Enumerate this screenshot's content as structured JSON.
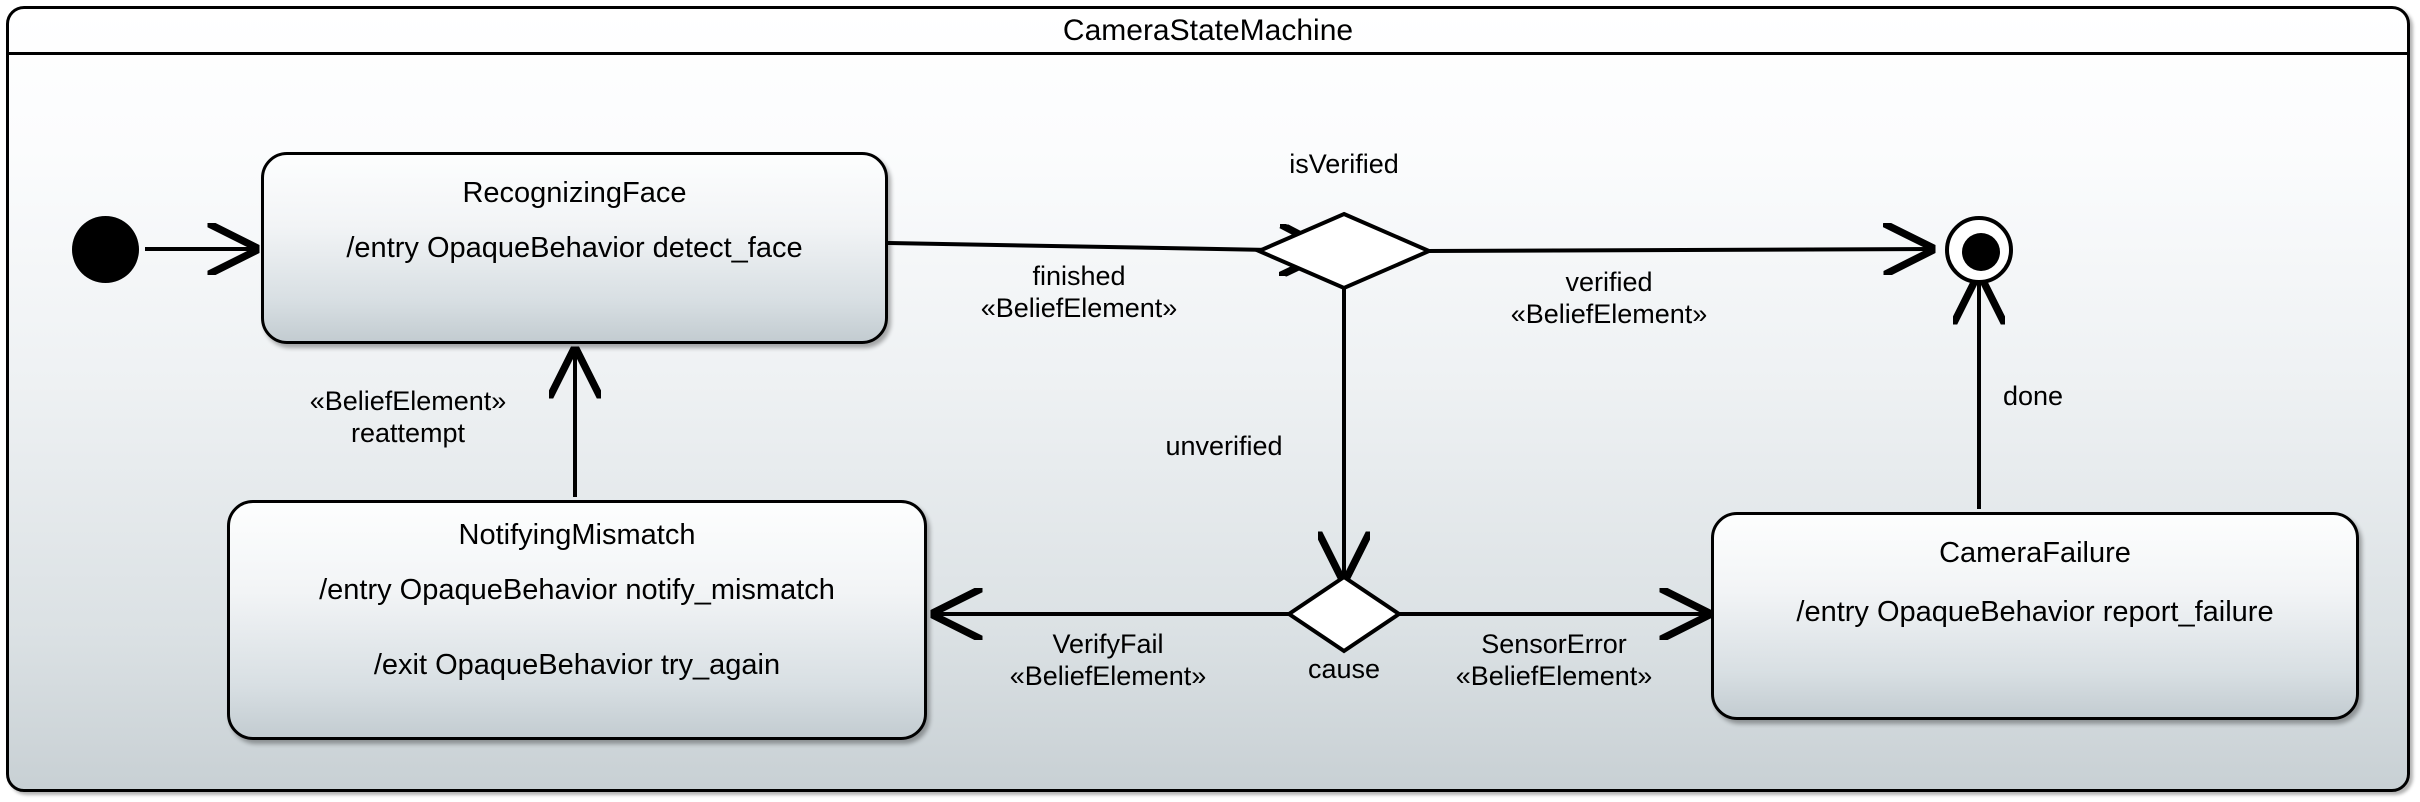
{
  "diagram": {
    "title": "CameraStateMachine",
    "type": "uml-state-machine",
    "background_top": "#ffffff",
    "background_bottom": "#c8d0d4",
    "line_color": "#000000",
    "state_fill_top": "#fdfefe",
    "state_fill_bottom": "#c3ccd1"
  },
  "nodes": {
    "initial": {
      "kind": "initial-state",
      "name": "initial-state"
    },
    "recognizing_face": {
      "kind": "state",
      "name": "RecognizingFace",
      "entry": "/entry OpaqueBehavior detect_face"
    },
    "notifying_mismatch": {
      "kind": "state",
      "name": "NotifyingMismatch",
      "entry": "/entry OpaqueBehavior notify_mismatch",
      "exit": "/exit OpaqueBehavior try_again"
    },
    "camera_failure": {
      "kind": "state",
      "name": "CameraFailure",
      "entry": "/entry OpaqueBehavior report_failure"
    },
    "is_verified": {
      "kind": "choice",
      "name": "isVerified"
    },
    "cause": {
      "kind": "choice",
      "name": "cause"
    },
    "final": {
      "kind": "final-state",
      "name": "final-state"
    }
  },
  "transitions": {
    "initial_to_recognizing": {
      "label_line1": "",
      "label_line2": ""
    },
    "recognizing_to_isverified": {
      "label_line1": "finished",
      "label_line2": "«BeliefElement»"
    },
    "isverified_to_final": {
      "label_line1": "verified",
      "label_line2": "«BeliefElement»"
    },
    "isverified_to_cause": {
      "label_line1": "unverified",
      "label_line2": ""
    },
    "cause_to_notifying": {
      "label_line1": "VerifyFail",
      "label_line2": "«BeliefElement»"
    },
    "cause_to_camerafailure": {
      "label_line1": "SensorError",
      "label_line2": "«BeliefElement»"
    },
    "camerafailure_to_final": {
      "label_line1": "done",
      "label_line2": ""
    },
    "notifying_to_recognizing": {
      "label_line1": "«BeliefElement»",
      "label_line2": "reattempt"
    }
  }
}
